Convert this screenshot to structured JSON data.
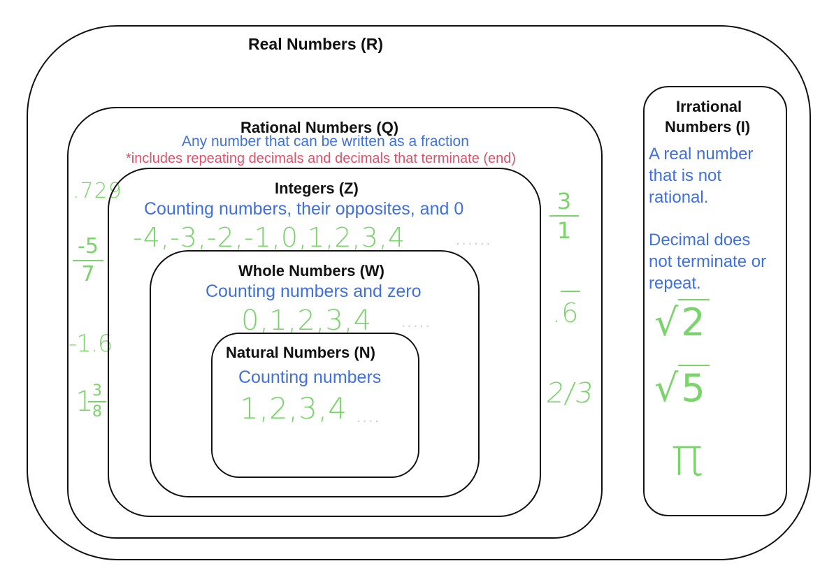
{
  "sets": {
    "real": {
      "title": "Real Numbers (R)"
    },
    "rational": {
      "title": "Rational Numbers (Q)",
      "description": "Any number that can be written as a fraction",
      "note": "*includes repeating decimals and decimals that terminate (end)",
      "examples": {
        "decimal": ".729",
        "fraction_neg_5_7": {
          "numerator": "-5",
          "denominator": "7"
        },
        "negative_decimal": "-1.6",
        "mixed_number": {
          "whole": "1",
          "numerator": "3",
          "denominator": "8"
        },
        "fraction_3_1": {
          "numerator": "3",
          "denominator": "1"
        },
        "repeating_decimal": ".6",
        "fraction_2_3": "2/3"
      }
    },
    "integers": {
      "title": "Integers (Z)",
      "description": "Counting numbers, their opposites, and 0",
      "examples": "-4,-3,-2,-1,0,1,2,3,4",
      "ellipsis": "......"
    },
    "whole": {
      "title": "Whole Numbers (W)",
      "description": "Counting numbers and zero",
      "examples": "0,1,2,3,4",
      "ellipsis": "....."
    },
    "natural": {
      "title": "Natural Numbers (N)",
      "description": "Counting numbers",
      "examples": "1,2,3,4",
      "ellipsis": "...."
    },
    "irrational": {
      "title_line1": "Irrational",
      "title_line2": "Numbers (I)",
      "description_lines": [
        "A real number",
        "that is not",
        "rational."
      ],
      "note_lines": [
        "Decimal does",
        "not terminate or",
        "repeat."
      ],
      "examples": {
        "sqrt2": "2",
        "sqrt5": "5",
        "pi": "π",
        "radical_symbol": "√"
      }
    }
  },
  "colors": {
    "outline": "#111111",
    "description": "#3f6fe0",
    "note": "#e0506a",
    "handwriting": "#7ad36b"
  }
}
